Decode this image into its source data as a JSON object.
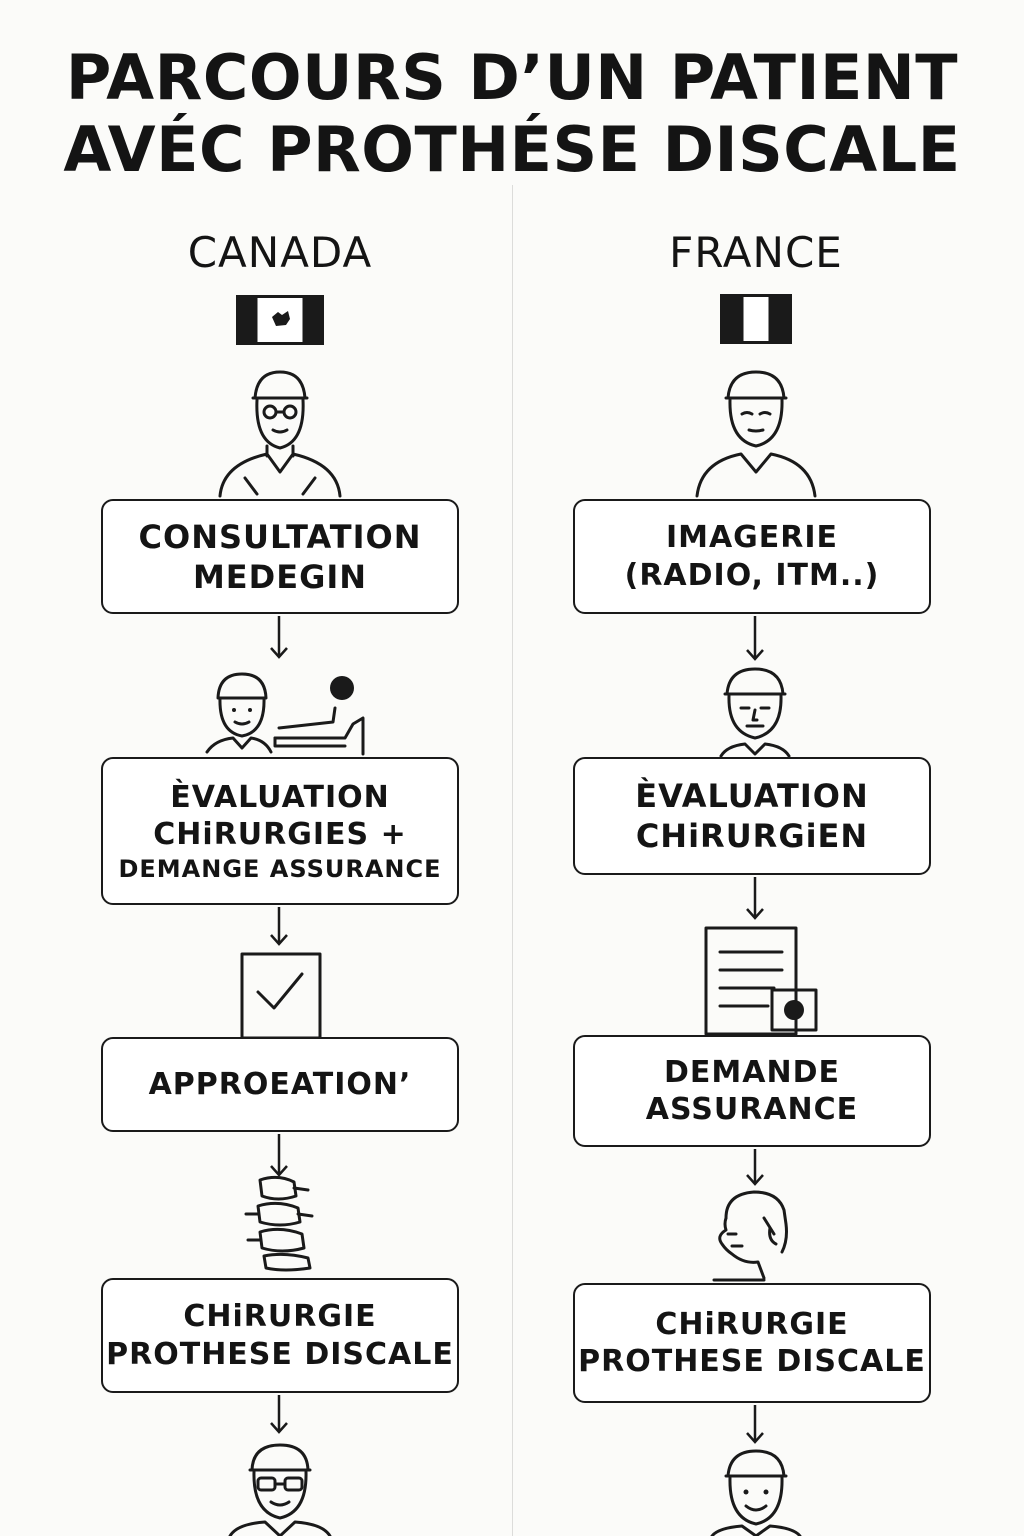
{
  "title": {
    "line1": "PARCOURS D’UN PATIENT",
    "line2": "AVÉC PROTHÉSE DISCALE"
  },
  "canada": {
    "heading": "CANADA",
    "steps": [
      {
        "line1": "CONSULTATION",
        "line2": "MEDEGIN"
      },
      {
        "line1": "ÈVALUATION",
        "line2": "CHiRURGIES +",
        "line3": "DEMANGE ASSURANCE"
      },
      {
        "line1": "APPROEATION’"
      },
      {
        "line1": "CHiRURGIE",
        "line2": "PROTHESE DISCALE"
      }
    ]
  },
  "france": {
    "heading": "FRANCE",
    "steps": [
      {
        "line1": "IMAGERIE",
        "line2": "(RADIO, ITM..)"
      },
      {
        "line1": "ÈVALUATION",
        "line2": "CHiRURGiEN"
      },
      {
        "line1": "DEMANDE",
        "line2": "ASSURANCE"
      },
      {
        "line1": "CHiRURGIE",
        "line2": "PROTHESE DISCALE"
      }
    ]
  },
  "icons": {
    "canada": [
      "canada-flag-icon",
      "doctor-icon",
      "patient-on-bed-icon",
      "checkbox-check-icon",
      "spine-icon",
      "doctor-glasses-icon"
    ],
    "france": [
      "france-flag-icon",
      "patient-icon",
      "doctor-icon",
      "document-icon",
      "patient-profile-icon",
      "smiling-patient-icon"
    ]
  },
  "colors": {
    "ink": "#1a1a1a",
    "background": "#fbfbf9"
  }
}
